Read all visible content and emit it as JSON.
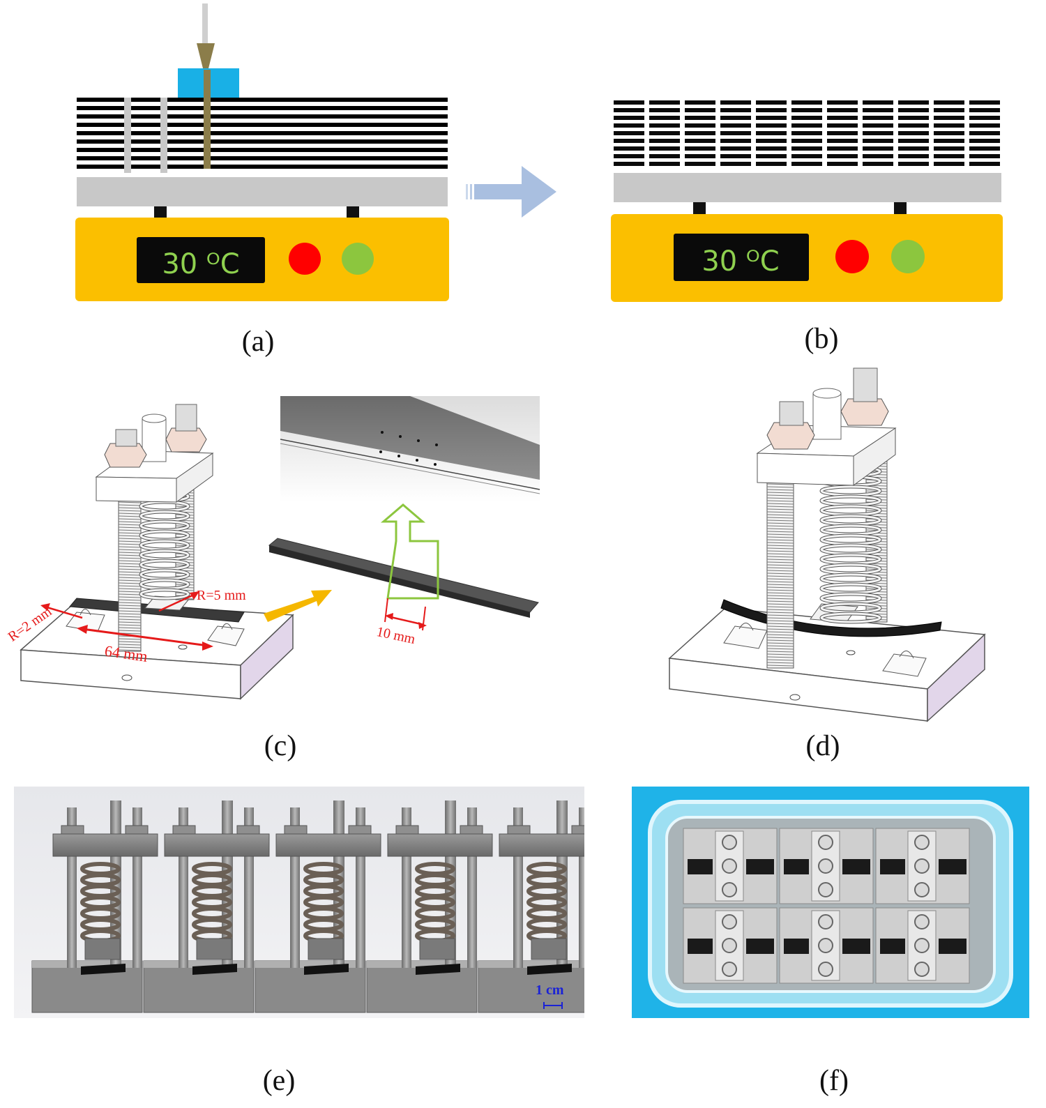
{
  "panels": {
    "a": {
      "caption": "(a)",
      "temperature": "30 ᴼC"
    },
    "b": {
      "caption": "(b)",
      "temperature": "30 ᴼC"
    },
    "c": {
      "caption": "(c)",
      "label_r2": "R=2 mm",
      "label_r5": "R=5 mm",
      "label_64": "64 mm",
      "label_10": "10 mm"
    },
    "d": {
      "caption": "(d)"
    },
    "e": {
      "caption": "(e)",
      "scale_label": "1 cm"
    },
    "f": {
      "caption": "(f)"
    }
  },
  "colors": {
    "heater": "#fbbf00",
    "plate": "#c8c8c8",
    "display": "#0a0a0a",
    "display_text": "#8fd14f",
    "red_led": "#ff0000",
    "green_led": "#8cc63e",
    "arrow": "#a9bfe0",
    "nozzle": "#8b7d4a",
    "blue_block": "#19b0e6",
    "dimension": "#e51a1a",
    "orange_arrow": "#f5b700",
    "inset_arrow": "#8cc63e",
    "scale": "#1a22d6"
  }
}
